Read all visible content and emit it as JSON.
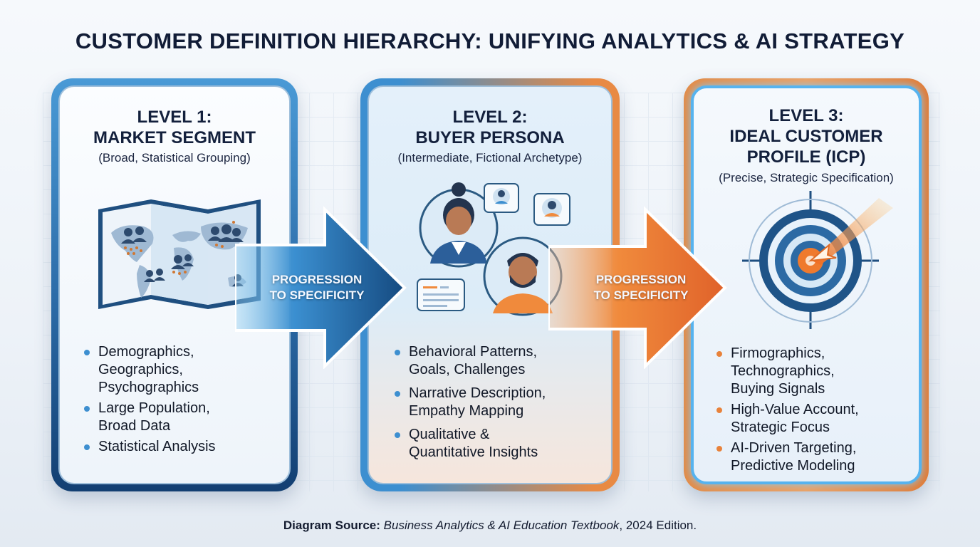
{
  "title": "CUSTOMER DEFINITION HIERARCHY: UNIFYING ANALYTICS & AI STRATEGY",
  "levels": [
    {
      "heading_line1": "LEVEL 1:",
      "heading_line2": "MARKET SEGMENT",
      "subtitle": "(Broad, Statistical Grouping)",
      "illustration": "world-map-population-icon",
      "bullet_color": "#3d8fd0",
      "bullets": [
        [
          "Demographics,",
          "Geographics,",
          "Psychographics"
        ],
        [
          "Large Population,",
          "Broad Data"
        ],
        [
          "Statistical Analysis"
        ]
      ]
    },
    {
      "heading_line1": "LEVEL 2:",
      "heading_line2": "BUYER PERSONA",
      "subtitle": "(Intermediate, Fictional Archetype)",
      "illustration": "buyer-persona-avatars-icon",
      "bullet_color": "#3d8fd0",
      "bullets": [
        [
          "Behavioral Patterns,",
          "Goals, Challenges"
        ],
        [
          "Narrative Description,",
          "Empathy Mapping"
        ],
        [
          "Qualitative &",
          "Quantitative Insights"
        ]
      ]
    },
    {
      "heading_line1": "LEVEL 3:",
      "heading_line2": "IDEAL CUSTOMER",
      "heading_line3": "PROFILE (ICP)",
      "subtitle": "(Precise, Strategic Specification)",
      "illustration": "target-bullseye-icon",
      "bullet_color": "#e8823a",
      "bullets": [
        [
          "Firmographics,",
          "Technographics,",
          "Buying Signals"
        ],
        [
          "High-Value Account,",
          "Strategic Focus"
        ],
        [
          "AI-Driven Targeting,",
          "Predictive Modeling"
        ]
      ]
    }
  ],
  "arrows": [
    {
      "line1": "PROGRESSION",
      "line2": "TO SPECIFICITY",
      "color": "#2a6aa8"
    },
    {
      "line1": "PROGRESSION",
      "line2": "TO SPECIFICITY",
      "color": "#e8762e"
    }
  ],
  "source": {
    "label": "Diagram Source:",
    "work": "Business Analytics & AI Education Textbook",
    "edition": ", 2024 Edition."
  }
}
